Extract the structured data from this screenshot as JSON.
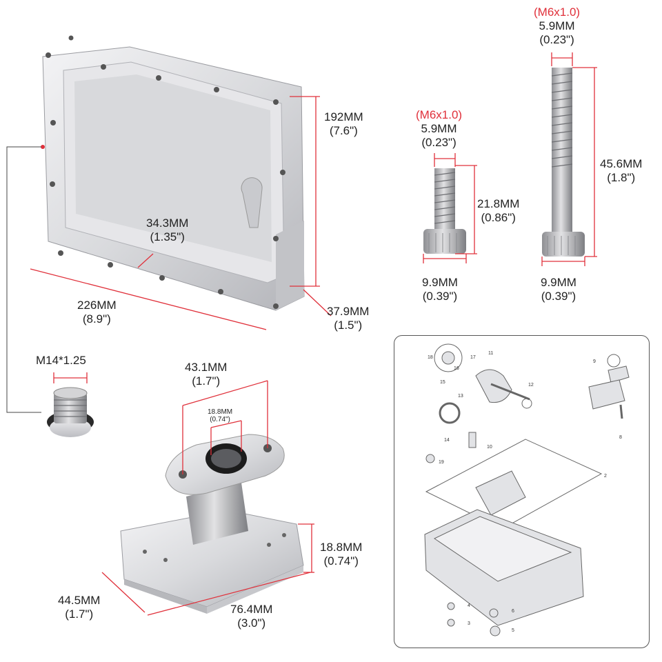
{
  "colors": {
    "dim_line": "#e0303a",
    "metal_light": "#e7e7e9",
    "metal_dark": "#a9aab0"
  },
  "oil_pan": {
    "height": {
      "mm": "192MM",
      "in": "(7.6\")"
    },
    "wall": {
      "mm": "34.3MM",
      "in": "(1.35\")"
    },
    "length": {
      "mm": "226MM",
      "in": "(8.9\")"
    },
    "depth": {
      "mm": "37.9MM",
      "in": "(1.5\")"
    }
  },
  "drain_plug": {
    "thread": "M14*1.25"
  },
  "short_bolt": {
    "thread": "(M6x1.0)",
    "shank": {
      "mm": "5.9MM",
      "in": "(0.23\")"
    },
    "length": {
      "mm": "21.8MM",
      "in": "(0.86\")"
    },
    "head": {
      "mm": "9.9MM",
      "in": "(0.39\")"
    }
  },
  "long_bolt": {
    "thread": "(M6x1.0)",
    "shank": {
      "mm": "5.9MM",
      "in": "(0.23\")"
    },
    "length": {
      "mm": "45.6MM",
      "in": "(1.8\")"
    },
    "head": {
      "mm": "9.9MM",
      "in": "(0.39\")"
    }
  },
  "flange": {
    "hole_spacing": {
      "mm": "43.1MM",
      "in": "(1.7\")"
    },
    "bore": {
      "mm": "18.8MM",
      "in": "(0.74\")"
    },
    "height": {
      "mm": "18.8MM",
      "in": "(0.74\")"
    },
    "width": {
      "mm": "44.5MM",
      "in": "(1.7\")"
    },
    "length": {
      "mm": "76.4MM",
      "in": "(3.0\")"
    }
  },
  "exploded_view": {
    "part_numbers": [
      "18",
      "17",
      "11",
      "16",
      "13",
      "15",
      "12",
      "14",
      "10",
      "19",
      "9",
      "8",
      "2",
      "4",
      "6",
      "3",
      "5"
    ]
  }
}
